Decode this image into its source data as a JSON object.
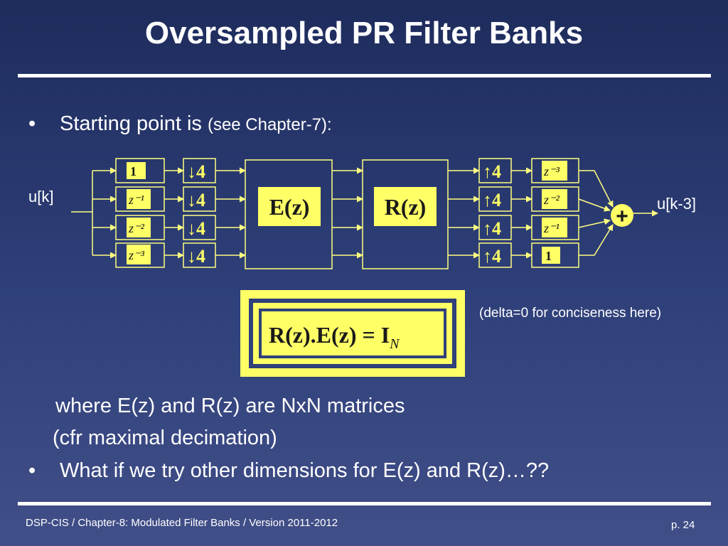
{
  "slide": {
    "title": "Oversampled PR Filter Banks",
    "bullet1": {
      "main": "Starting point is",
      "aside": "(see Chapter-7):"
    },
    "text_where": "where E(z) and R(z) are NxN matrices",
    "text_cfr": "(cfr maximal decimation)",
    "bullet2": "What if we try other dimensions for E(z) and R(z)…??",
    "note": "(delta=0 for conciseness here)",
    "footer_left": "DSP-CIS  /  Chapter-8: Modulated Filter Banks  /  Version 2011-2012",
    "page": "p. 24"
  },
  "diagram": {
    "input_label": "u[k]",
    "output_label": "u[k-3]",
    "analysis_delays": [
      "1",
      "z⁻¹",
      "z⁻²",
      "z⁻³"
    ],
    "decimators": [
      "↓4",
      "↓4",
      "↓4",
      "↓4"
    ],
    "E_block": "E(z)",
    "R_block": "R(z)",
    "expanders": [
      "↑4",
      "↑4",
      "↑4",
      "↑4"
    ],
    "synthesis_delays": [
      "z⁻³",
      "z⁻²",
      "z⁻¹",
      "1"
    ],
    "adder": "+",
    "equation": "R(z).E(z) = I",
    "equation_sub": "N"
  },
  "colors": {
    "background_top": "#1e2c5c",
    "background_bottom": "#414f88",
    "accent_yellow": "#ffff66",
    "block_outline": "#ffff80",
    "text": "#ffffff"
  }
}
